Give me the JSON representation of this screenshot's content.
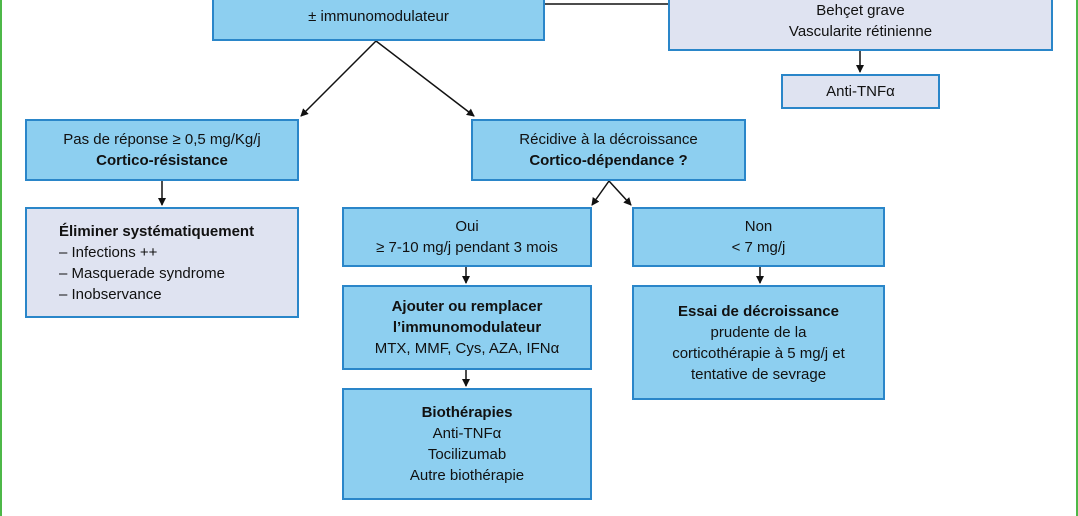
{
  "boxes": {
    "top_left": {
      "lines": [
        "± immunomodulateur"
      ]
    },
    "top_right": {
      "lines": [
        "Behçet grave",
        "Vascularite rétinienne"
      ]
    },
    "anti_tnf_right": {
      "lines": [
        "Anti-TNFα"
      ]
    },
    "no_response": {
      "lines": [
        "Pas de réponse ≥ 0,5 mg/Kg/j",
        "Cortico-résistance"
      ]
    },
    "relapse": {
      "lines": [
        "Récidive à la décroissance",
        "Cortico-dépendance ?"
      ]
    },
    "eliminate": {
      "lines": [
        "Éliminer systématiquement",
        "– Infections ++",
        "– Masquerade syndrome",
        "– Inobservance"
      ]
    },
    "oui": {
      "lines": [
        "Oui",
        "≥ 7-10 mg/j pendant 3 mois"
      ]
    },
    "non": {
      "lines": [
        "Non",
        "< 7 mg/j"
      ]
    },
    "add_replace": {
      "lines": [
        "Ajouter ou remplacer",
        "l’immunomodulateur",
        "MTX, MMF, Cys, AZA, IFNα"
      ]
    },
    "taper_trial": {
      "lines": [
        "Essai de décroissance",
        "prudente de la",
        "corticothérapie à 5 mg/j et",
        "tentative de sevrage"
      ]
    },
    "biotherapies": {
      "lines": [
        "Biothérapies",
        "Anti-TNFα",
        "Tocilizumab",
        "Autre biothérapie"
      ]
    }
  },
  "colors": {
    "box_blue": "#8dcff0",
    "box_grey": "#dfe3f1",
    "box_border": "#2a86c9",
    "frame_green": "#4db848",
    "connector": "#111111"
  }
}
